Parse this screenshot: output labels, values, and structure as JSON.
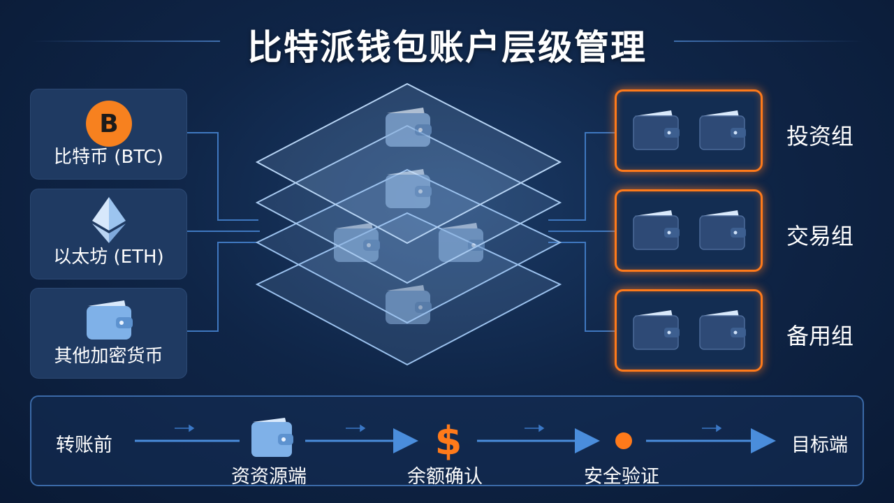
{
  "title": "比特派钱包账户层级管理",
  "currencies": [
    {
      "label": "比特币 (BTC)",
      "icon": "bitcoin-icon",
      "symbol": "B"
    },
    {
      "label": "以太坊 (ETH)",
      "icon": "ethereum-icon"
    },
    {
      "label": "其他加密货币",
      "icon": "wallet-icon"
    }
  ],
  "groups": [
    {
      "label": "投资组",
      "icon": "wallet-icon"
    },
    {
      "label": "交易组",
      "icon": "wallet-icon"
    },
    {
      "label": "备用组",
      "icon": "wallet-icon"
    }
  ],
  "flow": {
    "start": "转账前",
    "steps": [
      {
        "label": "资资源端",
        "icon": "wallet-icon"
      },
      {
        "label": "余额确认",
        "icon": "dollar-icon",
        "symbol": "$"
      },
      {
        "label": "安全验证",
        "icon": "dot-icon"
      }
    ],
    "end": "目标端"
  },
  "colors": {
    "accent_orange": "#ff7a1a",
    "wallet_light": "#7fb1e8",
    "wallet_dark": "#2e4a76",
    "line_blue": "#4a8ddc"
  }
}
